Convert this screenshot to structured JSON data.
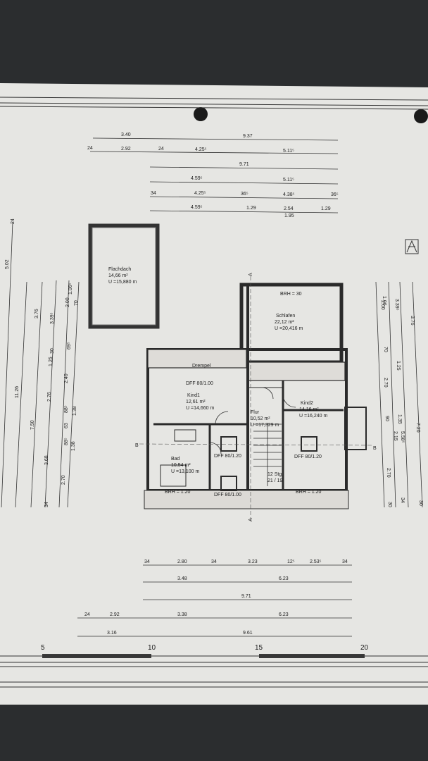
{
  "top_dims": {
    "row1": [
      "3.40",
      "9.37"
    ],
    "row2": [
      "24",
      "2.92",
      "24",
      "4.25⁵",
      "5.11⁵"
    ],
    "row3": [
      "9.71"
    ],
    "row4": [
      "4.59⁵",
      "5.11⁵"
    ],
    "row5": [
      "34",
      "4.25⁵",
      "36⁵",
      "4.38⁵",
      "36⁵"
    ],
    "row6": [
      "4.59⁵",
      "1.29",
      "2.54",
      "1.29"
    ],
    "row6b": [
      "1.95"
    ]
  },
  "bottom_dims": {
    "row1": [
      "34",
      "2.80",
      "34",
      "3.23",
      "12⁵",
      "2.53⁵",
      "34"
    ],
    "row2": [
      "3.48",
      "6.23"
    ],
    "row3": [
      "9.71"
    ],
    "row4": [
      "24",
      "2.92",
      "3.38",
      "6.23"
    ],
    "row5": [
      "3.16",
      "9.61"
    ]
  },
  "scale_labels": [
    "5",
    "10",
    "15",
    "20"
  ],
  "left_dims": [
    "5.02",
    "24",
    "11.26",
    "7.50",
    "3.76",
    "3.68",
    "34",
    "3.39⁵",
    "2.76",
    "2.70",
    "1.25",
    "30",
    "2.40",
    "1.38",
    "63",
    "88⁵",
    "2.00",
    "1.06⁵",
    "70",
    "69⁵",
    "88⁵",
    "1.38"
  ],
  "right_dims": [
    "1.06",
    "2.00",
    "70",
    "2.70",
    "90",
    "2.70",
    "30",
    "3.39⁵",
    "1.25",
    "1.35",
    "2.15",
    "5.58⁵",
    "34",
    "3.76",
    "7.20",
    "30"
  ],
  "rooms": {
    "flachdach": {
      "name": "Flachdach",
      "area": "14,66 m²",
      "perimeter": "U =15,880 m"
    },
    "schlafen": {
      "name": "Schlafen",
      "area": "22,12 m²",
      "perimeter": "U =20,416 m"
    },
    "kind1": {
      "name": "Kind1",
      "area": "12,61 m²",
      "perimeter": "U =14,660 m"
    },
    "kind2": {
      "name": "Kind2",
      "area": "14,16 m²",
      "perimeter": "U =16,240 m"
    },
    "flur": {
      "name": "Flur",
      "area": "10,52 m²",
      "perimeter": "U =17,329 m"
    },
    "bad": {
      "name": "Bad",
      "area": "10,54 m²",
      "perimeter": "U =13,100 m"
    }
  },
  "plan_labels": {
    "drempel": "Drempel",
    "dff1": "DFF 80/1.00",
    "dff2": "DFF 80/1.20",
    "dff3": "DFF 80/1.20",
    "dff4": "DFF 80/1.00",
    "stairs": "12 Stg.",
    "stairs2": "21 / 19",
    "section_a": "A",
    "section_b": "B",
    "brh_top": "BRH = 30",
    "brh_bad": "BRH = 1.20",
    "brh_kind2": "BRH = 1.20"
  },
  "colors": {
    "paper": "#e6e6e3",
    "background": "#2b2d2f",
    "ink": "#1d1d1d",
    "scale_bar": "#3a3a3a"
  }
}
